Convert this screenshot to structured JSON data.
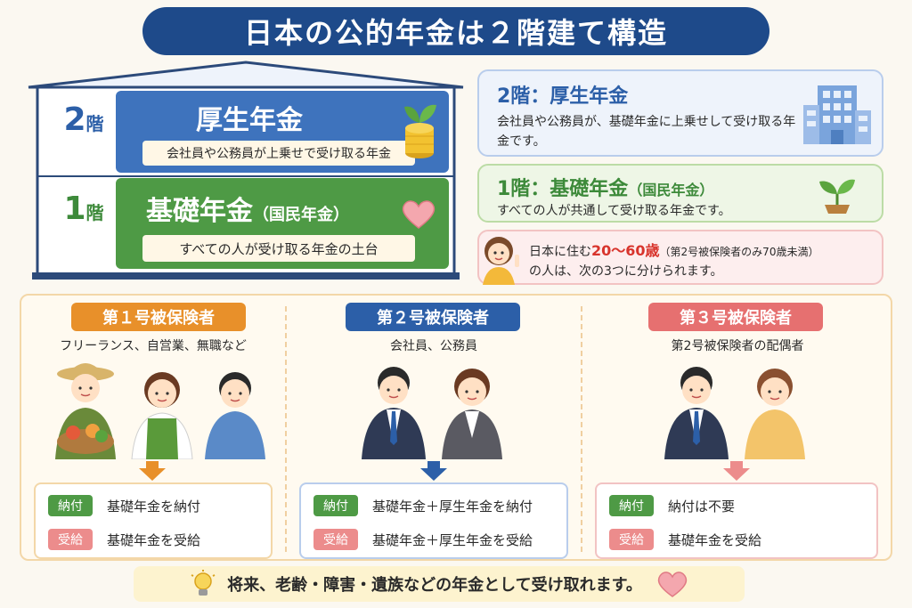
{
  "title": "日本の公的年金は２階建て構造",
  "house": {
    "floor2": {
      "num": "2",
      "kai": "階",
      "title": "厚生年金",
      "sub": "会社員や公務員が上乗せで受け取る年金"
    },
    "floor1": {
      "num": "1",
      "kai": "階",
      "title": "基礎年金",
      "title_small": "（国民年金）",
      "sub": "すべての人が受け取る年金の土台"
    }
  },
  "info": {
    "card2": {
      "head": "2階：厚生年金",
      "desc": "会社員や公務員が、基礎年金に上乗せして受け取る年金です。"
    },
    "card1": {
      "head": "1階：基礎年金",
      "head_small": "（国民年金）",
      "desc": "すべての人が共通して受け取る年金です。"
    },
    "card3": {
      "pre": "日本に住む",
      "age": "20〜60歳",
      "note": "（第2号被保険者のみ70歳未満）",
      "line2": "の人は、次の3つに分けられます。"
    }
  },
  "categories": [
    {
      "title": "第１号被保険者",
      "desc": "フリーランス、自営業、無職など",
      "pay_tag": "納付",
      "pay": "基礎年金を納付",
      "recv_tag": "受給",
      "recv": "基礎年金を受給"
    },
    {
      "title": "第２号被保険者",
      "desc": "会社員、公務員",
      "pay_tag": "納付",
      "pay": "基礎年金＋厚生年金を納付",
      "recv_tag": "受給",
      "recv": "基礎年金＋厚生年金を受給"
    },
    {
      "title": "第３号被保険者",
      "desc": "第2号被保険者の配偶者",
      "pay_tag": "納付",
      "pay": "納付は不要",
      "recv_tag": "受給",
      "recv": "基礎年金を受給"
    }
  ],
  "footer": "将来、老齢・障害・遺族などの年金として受け取れます。",
  "colors": {
    "navy": "#1e4a8a",
    "blue": "#3e73bd",
    "green": "#4e9a45",
    "orange": "#e8902a",
    "pink": "#e67070"
  },
  "icons": [
    "coin-stack-icon",
    "heart-icon",
    "building-icon",
    "sprout-icon",
    "lightbulb-icon",
    "arrow-down-icon"
  ]
}
